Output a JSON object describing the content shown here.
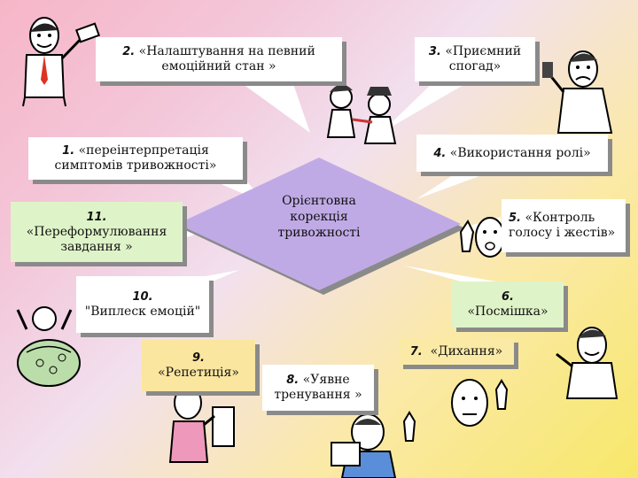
{
  "center": {
    "line1": "Орієнтовна",
    "line2": "корекція",
    "line3": "тривожності"
  },
  "items": [
    {
      "num": "2.",
      "text1": "«Налаштування на певний",
      "text2": "емоційний стан »"
    },
    {
      "num": "3.",
      "text1": "«Приємний",
      "text2": "спогад»"
    },
    {
      "num": "1.",
      "text1": "«переінтерпретація",
      "text2": "симптомів тривожності»"
    },
    {
      "num": "4.",
      "text1": "«Використання ролі»",
      "text2": ""
    },
    {
      "num": "11.",
      "text1": "«Переформулювання",
      "text2": "завдання »"
    },
    {
      "num": "5.",
      "text1": "«Контроль",
      "text2": "голосу і жестів»"
    },
    {
      "num": "10.",
      "text1": "",
      "text2": "\"Виплеск емоцій\""
    },
    {
      "num": "6.",
      "text1": "«Посмішка»",
      "text2": ""
    },
    {
      "num": "9.",
      "text1": "«Репетиція»",
      "text2": ""
    },
    {
      "num": "7.",
      "text1": "«Дихання»",
      "text2": ""
    },
    {
      "num": "8.",
      "text1": "«Уявне",
      "text2": "тренування »"
    }
  ],
  "colors": {
    "diamond": "#c0aae6",
    "box": "#ffffff",
    "box_alt": "#dff3c8",
    "shadow": "#8a8a8a"
  },
  "icons": [
    "cartoon-man-icon",
    "cartoon-couple-icon",
    "cartoon-phone-man-icon",
    "cartoon-money-man-icon",
    "cartoon-face-icon",
    "cartoon-reader-icon"
  ]
}
